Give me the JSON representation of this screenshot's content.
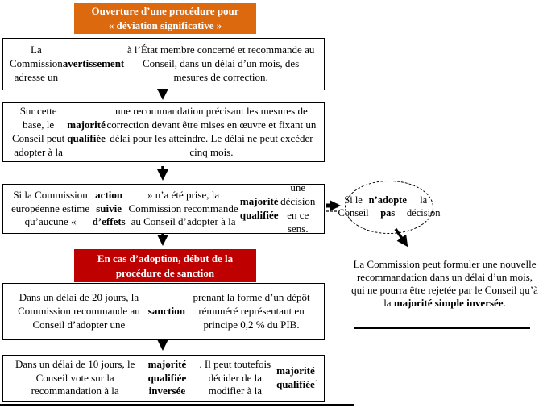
{
  "colors": {
    "opening_header_bg": "#DD690E",
    "sanction_header_bg": "#BE0000",
    "border": "#000000",
    "text": "#000000"
  },
  "icons": {
    "down_arrow": "thick black arrow pointing down",
    "right_arrow": "thick black arrow pointing right with dashed shadow",
    "diagonal_arrow": "thick black arrow pointing down-right"
  },
  "flow": {
    "opening_header": "Ouverture d’une procédure pour\n« déviation significative »",
    "sanction_header": "En cas d’adoption, début de la\nprocédure de sanction",
    "steps": [
      {
        "id": "avertissement",
        "segments": [
          {
            "t": "La Commission adresse un "
          },
          {
            "t": "avertissement",
            "b": true
          },
          {
            "t": " à l’État membre concerné et recommande au Conseil, dans un délai d’un mois, des mesures de correction."
          }
        ]
      },
      {
        "id": "recommandation-conseil",
        "segments": [
          {
            "t": "Sur cette base, le Conseil peut adopter à la "
          },
          {
            "t": "majorité qualifiée",
            "b": true
          },
          {
            "t": " une recommandation précisant les mesures de correction devant être mises en œuvre et fixant un délai pour les atteindre. Le délai ne peut excéder cinq mois."
          }
        ]
      },
      {
        "id": "decision-conseil",
        "segments": [
          {
            "t": "Si la Commission européenne estime qu’aucune « "
          },
          {
            "t": "action suivie d’effets",
            "b": true
          },
          {
            "t": " » n’a été prise, la Commission recommande au Conseil d’adopter à la "
          },
          {
            "t": "majorité qualifiée",
            "b": true
          },
          {
            "t": " une décision en ce sens."
          }
        ]
      },
      {
        "id": "sanction-depot",
        "segments": [
          {
            "t": "Dans un délai de 20 jours, la Commission recommande au Conseil d’adopter une "
          },
          {
            "t": "sanction",
            "b": true
          },
          {
            "t": " prenant la forme d’un dépôt rémunéré représentant en principe 0,2 % du PIB."
          }
        ]
      },
      {
        "id": "vote-conseil",
        "segments": [
          {
            "t": "Dans un délai de 10 jours, le Conseil vote sur la recommandation à la "
          },
          {
            "t": "majorité qualifiée inversée",
            "b": true
          },
          {
            "t": ". Il peut toutefois décider de la modifier à la "
          },
          {
            "t": "majorité qualifiée",
            "b": true
          },
          {
            "t": "."
          }
        ]
      }
    ],
    "ellipse": {
      "segments": [
        {
          "t": "Si le Conseil "
        },
        {
          "t": "n’adopte pas",
          "b": true
        },
        {
          "t": " la décision"
        }
      ]
    },
    "note": {
      "segments": [
        {
          "t": "La Commission peut formuler une nouvelle recommandation dans un délai d’un mois, qui ne pourra être rejetée par le Conseil qu’à la "
        },
        {
          "t": "majorité simple inversée",
          "b": true
        },
        {
          "t": "."
        }
      ]
    }
  }
}
